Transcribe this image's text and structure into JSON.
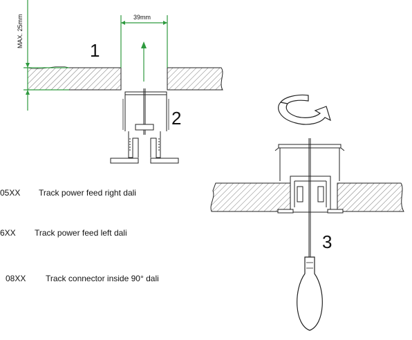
{
  "dimensions": {
    "max_depth_label": "MAX. 25mm",
    "opening_width_label": "39mm"
  },
  "steps": [
    {
      "number": "1"
    },
    {
      "number": "2"
    },
    {
      "number": "3"
    }
  ],
  "parts": [
    {
      "code": "05XX",
      "description": "Track power feed right dali"
    },
    {
      "code": "6XX",
      "description": "Track power feed left dali"
    },
    {
      "code": "08XX",
      "description": "Track connector inside 90° dali"
    }
  ],
  "colors": {
    "dimension_line": "#2e9a3e",
    "outline": "#222222",
    "hatch": "#555555"
  },
  "icons": {
    "rotation": "rotate-arrow-icon",
    "tool": "screwdriver-icon"
  }
}
